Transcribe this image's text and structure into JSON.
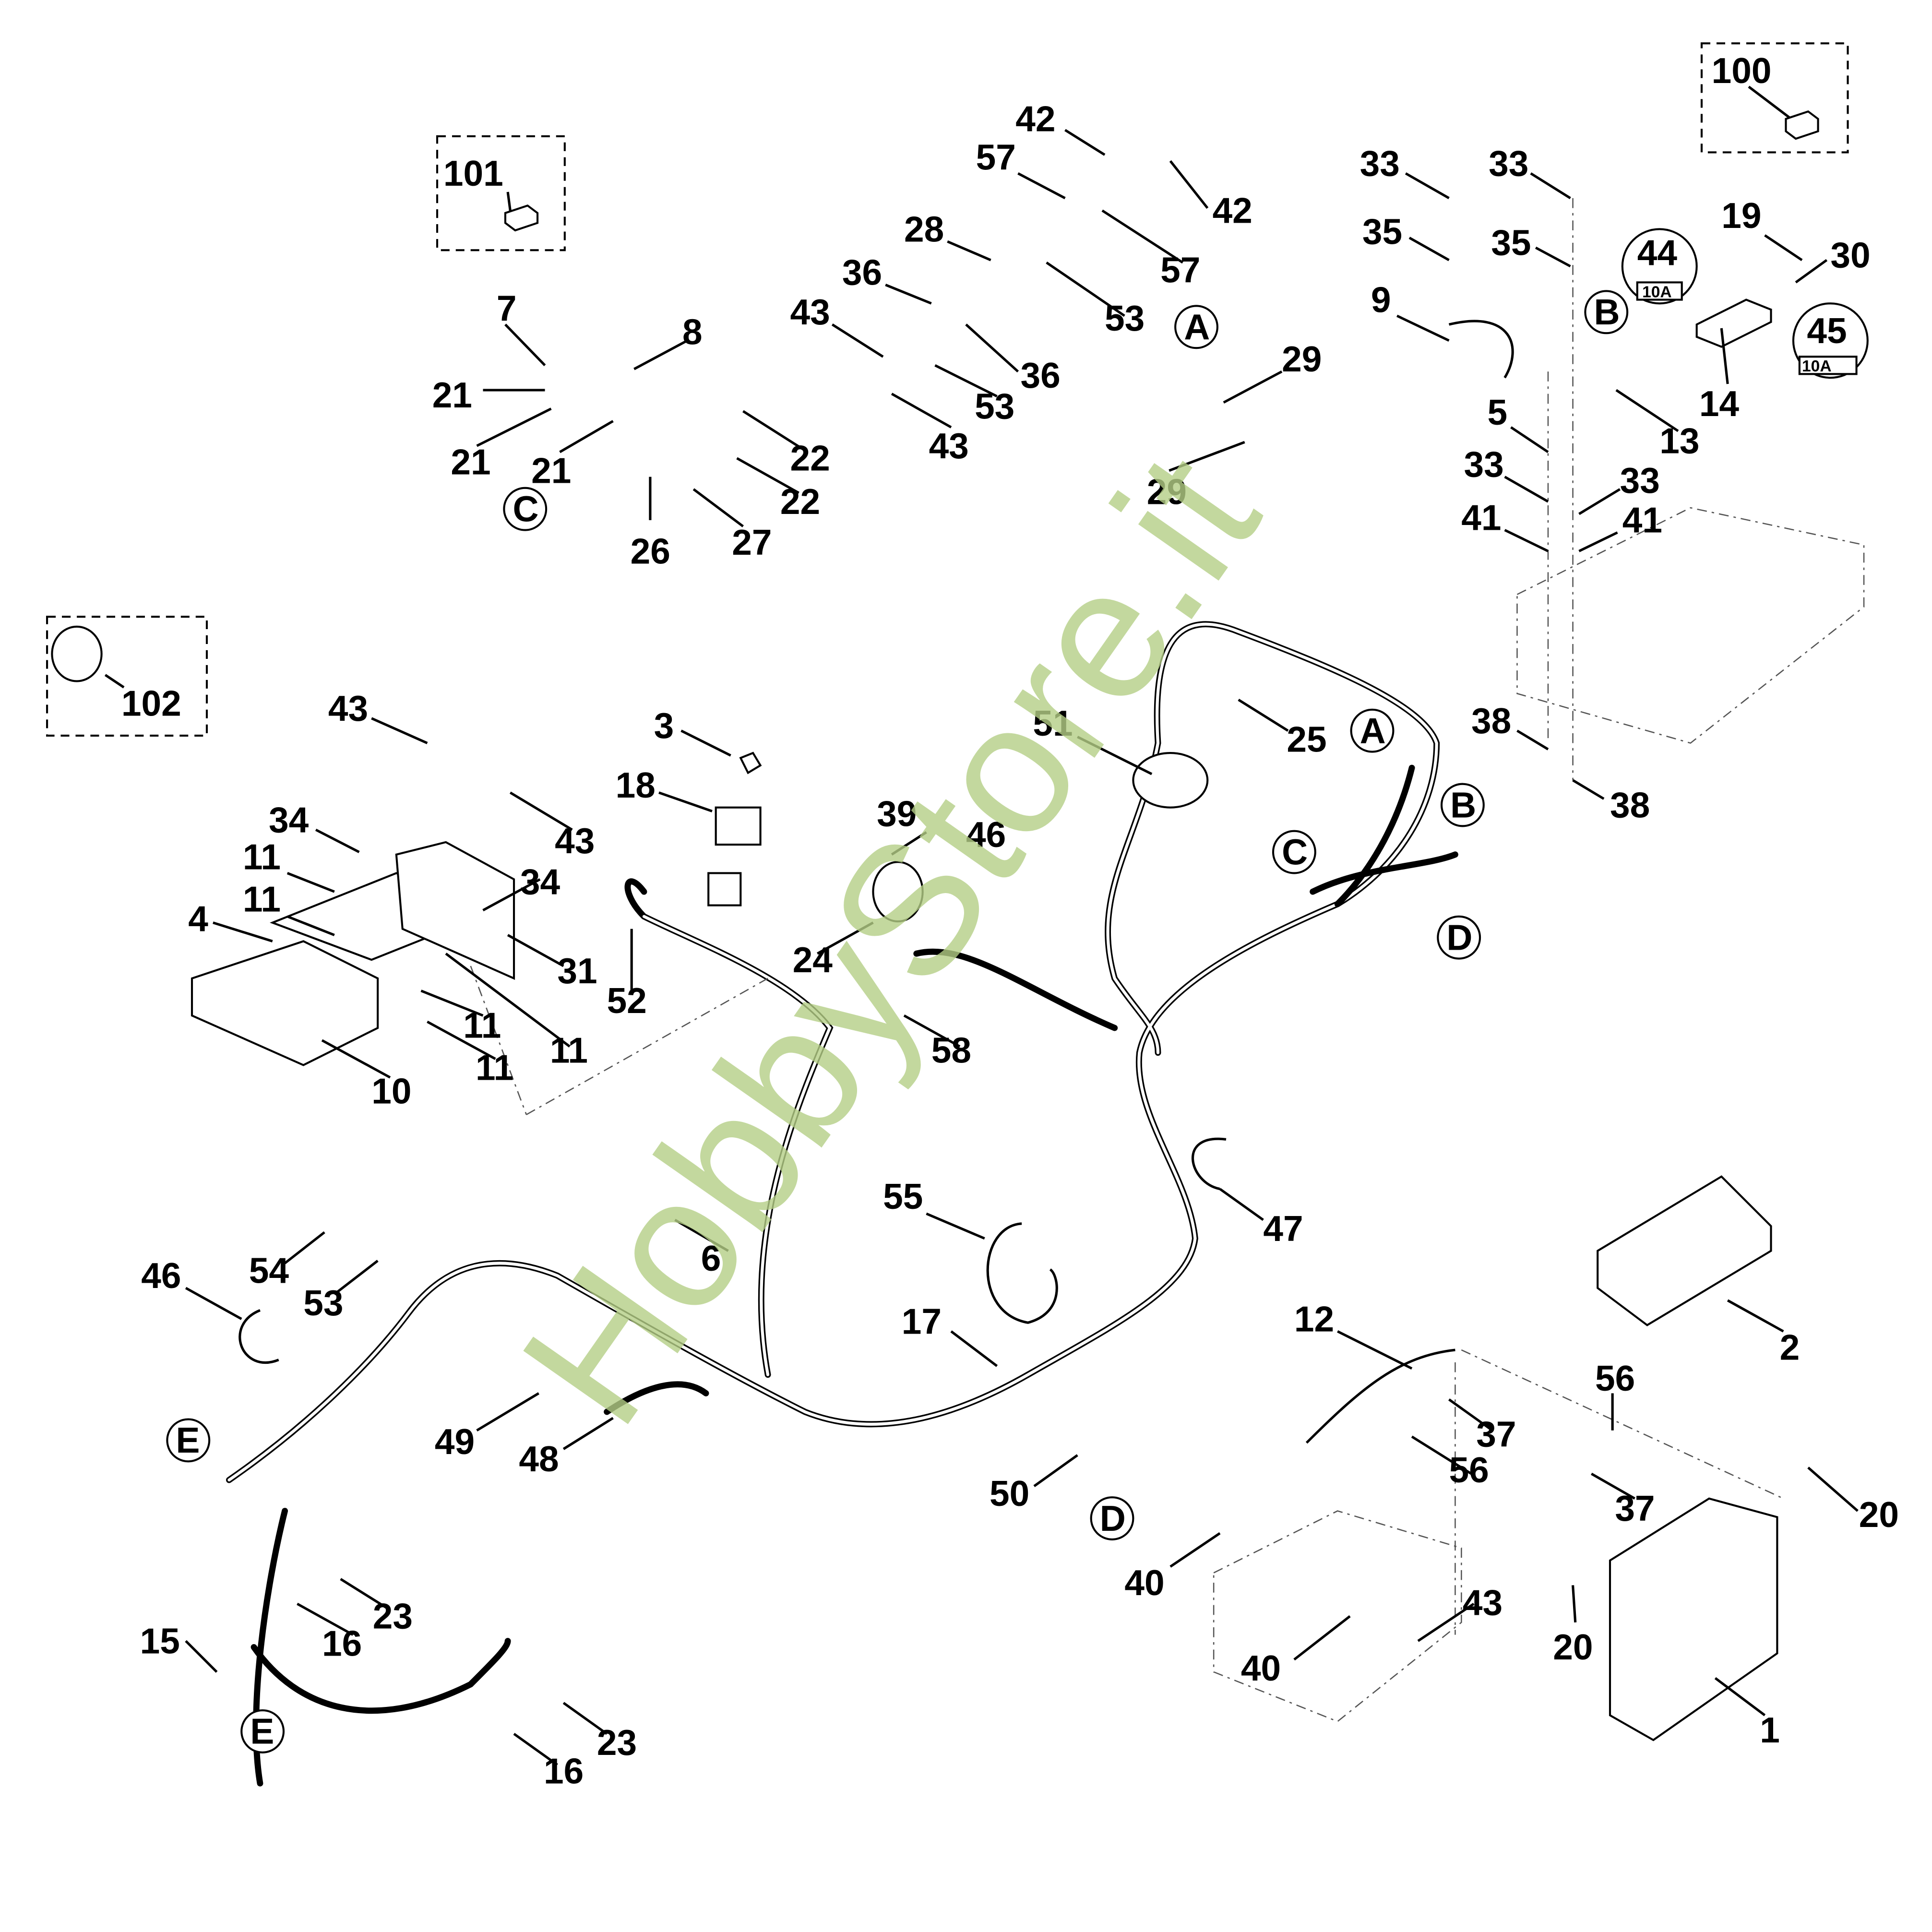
{
  "watermark": "HobbyStore.it",
  "fuse_rating_44": "10A",
  "fuse_rating_45": "10A",
  "colors": {
    "watermark": "#b5cf86",
    "lines": "#000000"
  },
  "callouts": [
    "A",
    "C",
    "B",
    "A",
    "B",
    "C",
    "D",
    "E",
    "D",
    "E"
  ],
  "labels": [
    "100",
    "101",
    "102",
    "42",
    "42",
    "57",
    "57",
    "28",
    "36",
    "36",
    "43",
    "43",
    "53",
    "53",
    "29",
    "29",
    "7",
    "8",
    "21",
    "21",
    "21",
    "22",
    "22",
    "26",
    "27",
    "33",
    "33",
    "35",
    "35",
    "9",
    "44",
    "45",
    "19",
    "30",
    "14",
    "13",
    "5",
    "33",
    "33",
    "41",
    "41",
    "38",
    "38",
    "43",
    "43",
    "34",
    "34",
    "11",
    "11",
    "4",
    "31",
    "11",
    "11",
    "11",
    "10",
    "3",
    "18",
    "39",
    "46",
    "24",
    "52",
    "58",
    "51",
    "25",
    "55",
    "47",
    "6",
    "17",
    "54",
    "53",
    "46",
    "49",
    "48",
    "2",
    "12",
    "56",
    "37",
    "56",
    "37",
    "50",
    "40",
    "40",
    "43",
    "20",
    "20",
    "1",
    "15",
    "16",
    "23",
    "23",
    "16"
  ]
}
